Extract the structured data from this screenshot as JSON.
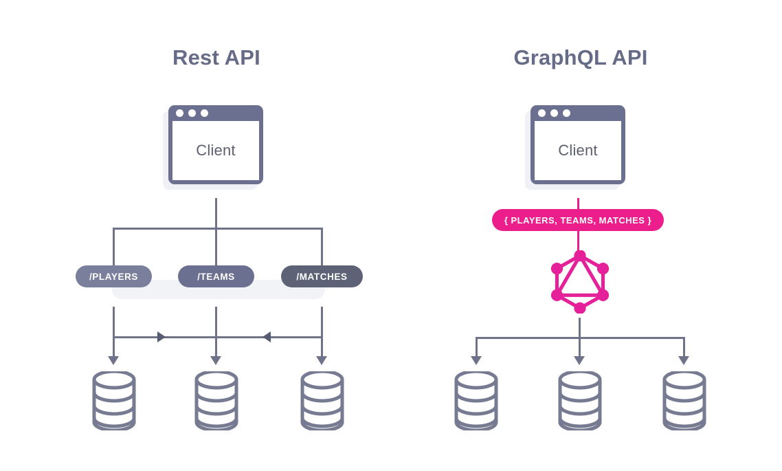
{
  "diagram": {
    "title_rest": "Rest API",
    "title_graphql": "GraphQL API",
    "colors": {
      "slate": "#6b7090",
      "slate_dark": "#5e6277",
      "slate_light": "#7a7f9c",
      "line": "#6e7389",
      "pink": "#ec1e8c",
      "text_heading": "#666b87",
      "background": "#ffffff",
      "shadow_band": "#f2f3f7"
    }
  },
  "rest": {
    "client": {
      "label": "Client",
      "dots": 3
    },
    "endpoints": [
      {
        "label": "/PLAYERS",
        "color": "#7a7f9c"
      },
      {
        "label": "/TEAMS",
        "color": "#6b7090"
      },
      {
        "label": "/MATCHES",
        "color": "#5e6277"
      }
    ],
    "databases": [
      {
        "name": "database-players"
      },
      {
        "name": "database-teams"
      },
      {
        "name": "database-matches"
      }
    ],
    "cross_arrows": [
      {
        "direction": "right"
      },
      {
        "direction": "left"
      }
    ]
  },
  "graphql": {
    "client": {
      "label": "Client",
      "dots": 3
    },
    "query": {
      "label": "{ PLAYERS, TEAMS, MATCHES }",
      "color": "#ec1e8c"
    },
    "logo": {
      "name": "graphql-logo",
      "color": "#ec1e8c",
      "nodes": 6
    },
    "databases": [
      {
        "name": "database-players"
      },
      {
        "name": "database-teams"
      },
      {
        "name": "database-matches"
      }
    ]
  }
}
